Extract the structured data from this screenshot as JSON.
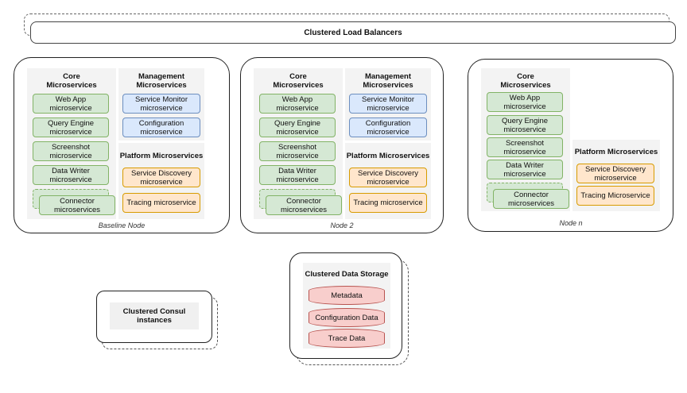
{
  "load_balancers": {
    "label": "Clustered Load Balancers"
  },
  "titles": {
    "core": "Core Microservices",
    "management": "Management Microservices",
    "platform": "Platform Microservices"
  },
  "services": {
    "web_app": "Web App microservice",
    "query_engine": "Query Engine microservice",
    "screenshot": "Screenshot microservice",
    "data_writer": "Data Writer microservice",
    "connector": "Connector microservices",
    "service_monitor": "Service Monitor microservice",
    "configuration": "Configuration microservice",
    "service_discovery": "Service Discovery microservice",
    "tracing_lower": "Tracing microservice",
    "tracing_upper": "Tracing Microservice"
  },
  "nodes": {
    "baseline": "Baseline Node",
    "node2": "Node 2",
    "noden": "Node n"
  },
  "storage": {
    "title": "Clustered Data Storage",
    "items": [
      "Metadata",
      "Configuration Data",
      "Trace Data"
    ]
  },
  "consul": {
    "label": "Clustered Consul instances"
  },
  "colors": {
    "core_fill": "#d5e8d4",
    "core_border": "#82b366",
    "mgmt_fill": "#dae8fc",
    "mgmt_border": "#6c8ebf",
    "platform_fill": "#ffe6cc",
    "platform_border": "#d79b00",
    "storage_fill": "#f8cecc",
    "storage_border": "#b85450"
  }
}
